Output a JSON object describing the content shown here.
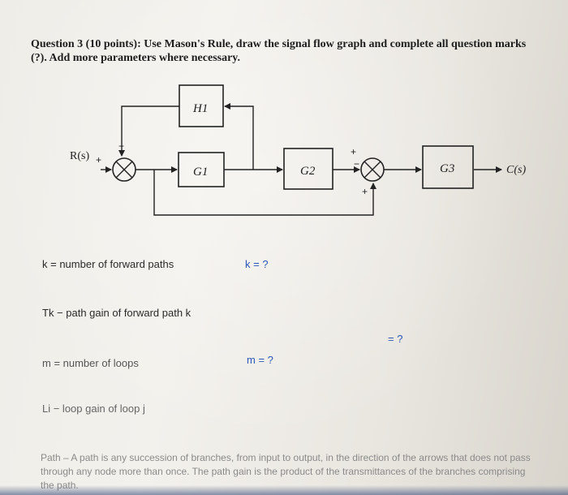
{
  "question": {
    "title": "Question 3 (10 points): Use Mason's Rule, draw the signal flow graph and complete all question marks (?). Add more parameters where necessary."
  },
  "diagram": {
    "input_label": "R(s)",
    "output_label": "C(s)",
    "h1_label": "H1",
    "g1_label": "G1",
    "g2_label": "G2",
    "g3_label": "G3",
    "sum1_plus": "+",
    "sum1_minus": "−",
    "sum2_top_plus": "+",
    "sum2_left_minus": "−",
    "sum2_bottom_plus": "+"
  },
  "definitions": {
    "k_def": "k = number of forward paths",
    "tk_def": "Tk − path gain of forward path k",
    "m_def": "m = number of loops",
    "li_def": "Li − loop gain of loop j"
  },
  "answers": {
    "k_answer": "k = ?",
    "tk_answer": "= ?",
    "m_answer": "m = ?"
  },
  "path_definition": "Path – A path is any succession of branches, from input to output, in the direction of the arrows that does not pass through any node more than once. The path gain is the product of the transmittances of the branches comprising the path.",
  "colors": {
    "ink": "#1e1e1e",
    "answer_blue": "#2b57b8"
  }
}
